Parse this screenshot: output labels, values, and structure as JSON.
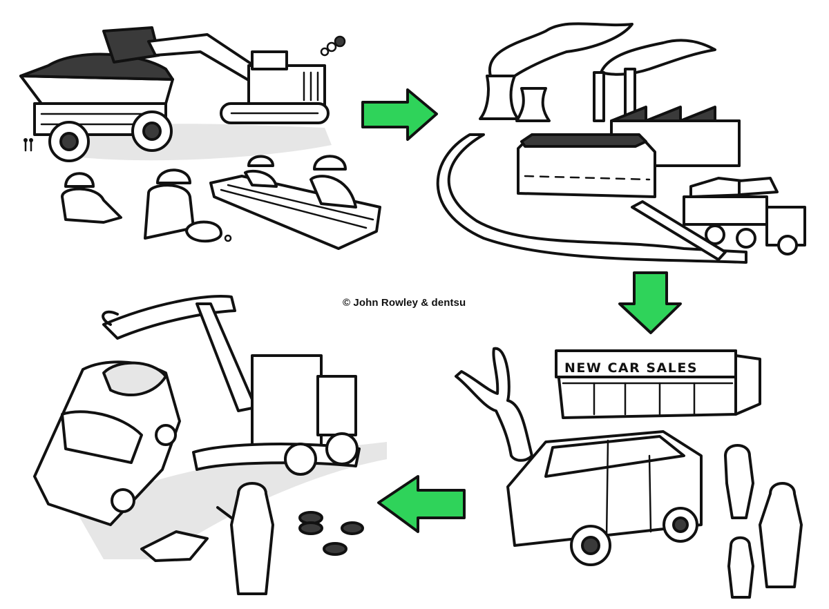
{
  "credit": "© John Rowley & dentsu",
  "store_sign": "NEW CAR SALES",
  "colors": {
    "arrow": "#2fd35a",
    "ink": "#111111",
    "shadow": "#e6e6e6",
    "fill": "#ffffff",
    "dark_fill": "#3a3a3a"
  },
  "scenes": [
    {
      "id": "mining",
      "icon": "excavator-and-dump-truck"
    },
    {
      "id": "manufacturing",
      "icon": "factory-with-smokestacks"
    },
    {
      "id": "sales",
      "icon": "car-dealership"
    },
    {
      "id": "scrapping",
      "icon": "scrap-crane-crushing-car"
    }
  ],
  "arrows": [
    {
      "from": "mining",
      "to": "manufacturing",
      "direction": "right"
    },
    {
      "from": "manufacturing",
      "to": "sales",
      "direction": "down"
    },
    {
      "from": "sales",
      "to": "scrapping",
      "direction": "left"
    }
  ]
}
